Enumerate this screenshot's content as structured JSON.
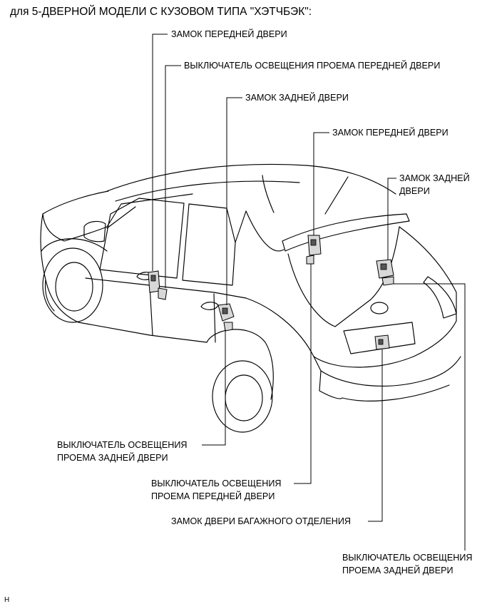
{
  "heading": "для 5-ДВЕРНОЙ МОДЕЛИ С КУЗОВОМ ТИПА \"ХЭТЧБЭК\":",
  "labels": {
    "front_door_lock_left": "ЗАМОК ПЕРЕДНЕЙ ДВЕРИ",
    "front_door_courtesy_switch_left": "ВЫКЛЮЧАТЕЛЬ ОСВЕЩЕНИЯ ПРОЕМА ПЕРЕДНЕЙ ДВЕРИ",
    "rear_door_lock_left": "ЗАМОК ЗАДНЕЙ ДВЕРИ",
    "front_door_lock_right": "ЗАМОК ПЕРЕДНЕЙ ДВЕРИ",
    "rear_door_lock_right": {
      "line1": "ЗАМОК ЗАДНЕЙ",
      "line2": "ДВЕРИ"
    },
    "rear_door_courtesy_switch_left": {
      "line1": "ВЫКЛЮЧАТЕЛЬ ОСВЕЩЕНИЯ",
      "line2": "ПРОЕМА ЗАДНЕЙ ДВЕРИ"
    },
    "front_door_courtesy_switch_right": {
      "line1": "ВЫКЛЮЧАТЕЛЬ ОСВЕЩЕНИЯ",
      "line2": "ПРОЕМА ПЕРЕДНЕЙ ДВЕРИ"
    },
    "back_door_lock": "ЗАМОК ДВЕРИ БАГАЖНОГО ОТДЕЛЕНИЯ",
    "rear_door_courtesy_switch_right": {
      "line1": "ВЫКЛЮЧАТЕЛЬ ОСВЕЩЕНИЯ",
      "line2": "ПРОЕМА ЗАДНЕЙ ДВЕРИ"
    }
  },
  "figure_code": "H"
}
